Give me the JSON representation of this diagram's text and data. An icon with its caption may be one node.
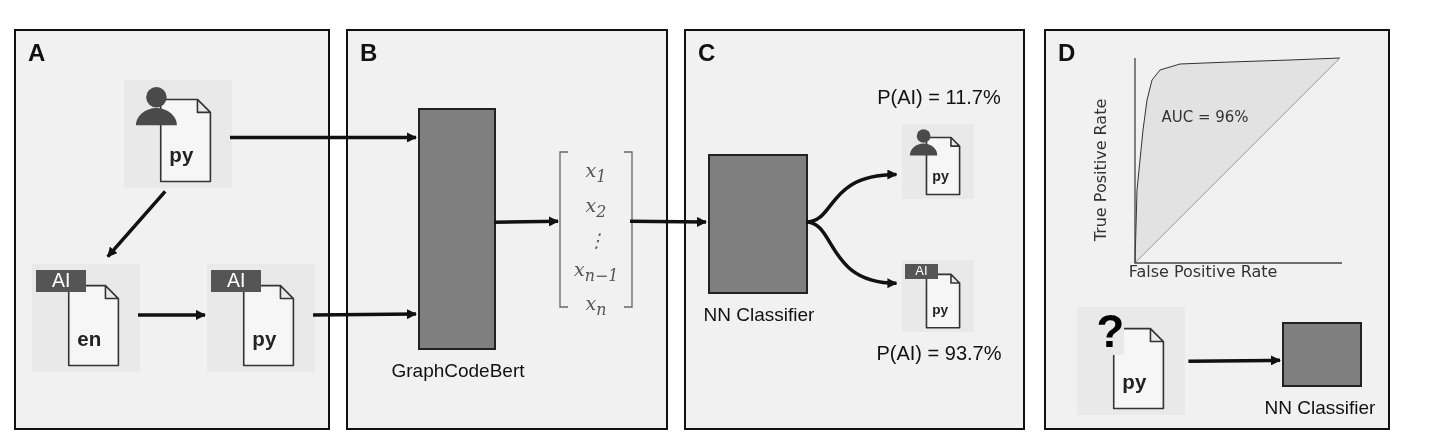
{
  "diagram": {
    "nodes": [
      {
        "text": [
          "A"
        ]
      },
      {
        "text": [
          "py"
        ],
        "in": 0
      },
      {
        "text": [
          "AI",
          "en"
        ],
        "in": 0
      },
      {
        "text": [
          "AI",
          "py"
        ],
        "in": 0
      },
      {
        "text": [
          "B"
        ]
      },
      {
        "text": [
          "GraphCodeBert"
        ],
        "in": 4
      },
      {
        "text": [
          "x$_{1}$ x$_{2}$ ⋮ x$_{n−1}$ x$_{n}$"
        ],
        "in": 4
      },
      {
        "text": [
          "C"
        ]
      },
      {
        "text": [
          "NN Classifier"
        ],
        "in": 7
      },
      {
        "text": [
          "py"
        ],
        "beside": [
          "P(AI) = 11.7%"
        ],
        "in": 7
      },
      {
        "text": [
          "AI",
          "py"
        ],
        "beside": [
          "P(AI) = 93.7%"
        ],
        "in": 7
      },
      {
        "text": [
          "D"
        ]
      },
      {
        "text": [
          "?",
          "py"
        ],
        "in": 11
      },
      {
        "text": [
          "NN Classifier"
        ],
        "in": 11
      }
    ],
    "edges": [
      {
        "from": 1,
        "to": 2,
        "arrow": "to"
      },
      {
        "from": 2,
        "to": 3,
        "arrow": "to"
      },
      {
        "from": 1,
        "to": 5,
        "arrow": "to"
      },
      {
        "from": 3,
        "to": 5,
        "arrow": "to"
      },
      {
        "from": 5,
        "to": 6,
        "arrow": "to"
      },
      {
        "from": 6,
        "to": 8,
        "arrow": "to"
      },
      {
        "from": 8,
        "to": 9,
        "arrow": "to"
      },
      {
        "from": 8,
        "to": 10,
        "arrow": "to"
      },
      {
        "from": 12,
        "to": 13,
        "arrow": "to"
      }
    ],
    "labels": [
      "True Positive Rate",
      "AUC = 96%",
      "False Positive Rate"
    ]
  }
}
